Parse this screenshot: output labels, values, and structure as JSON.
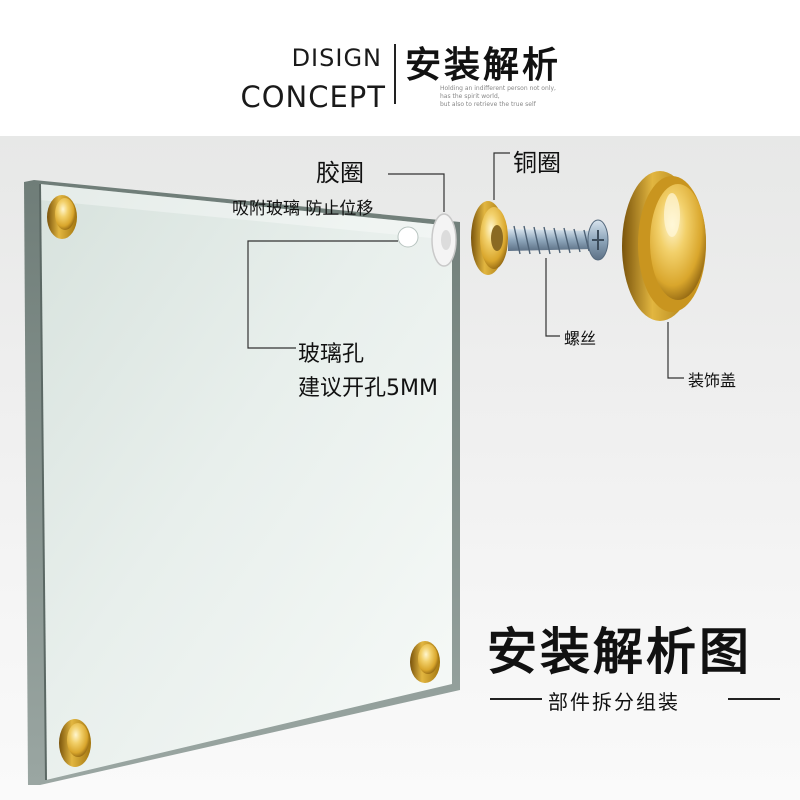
{
  "header": {
    "en_line1": "DISIGN",
    "en_line2": "CONCEPT",
    "title": "安装解析",
    "subtext": [
      "Holding an indifferent person not only,",
      "has the spirit world,",
      "but also to retrieve the true self"
    ]
  },
  "labels": {
    "rubber_ring": "胶圈",
    "rubber_ring_desc": "吸附玻璃 防止位移",
    "copper_ring": "铜圈",
    "glass_hole": "玻璃孔",
    "glass_hole_desc": "建议开孔5MM",
    "screw": "螺丝",
    "cap": "装饰盖"
  },
  "footer": {
    "title": "安装解析图",
    "subtitle": "部件拆分组装"
  },
  "colors": {
    "gold": "#e0b43a",
    "gold_dark": "#a77a14",
    "gold_light": "#f7e6a6",
    "glass_edge": "#7d8a86",
    "screw": "#9fb4c7"
  }
}
